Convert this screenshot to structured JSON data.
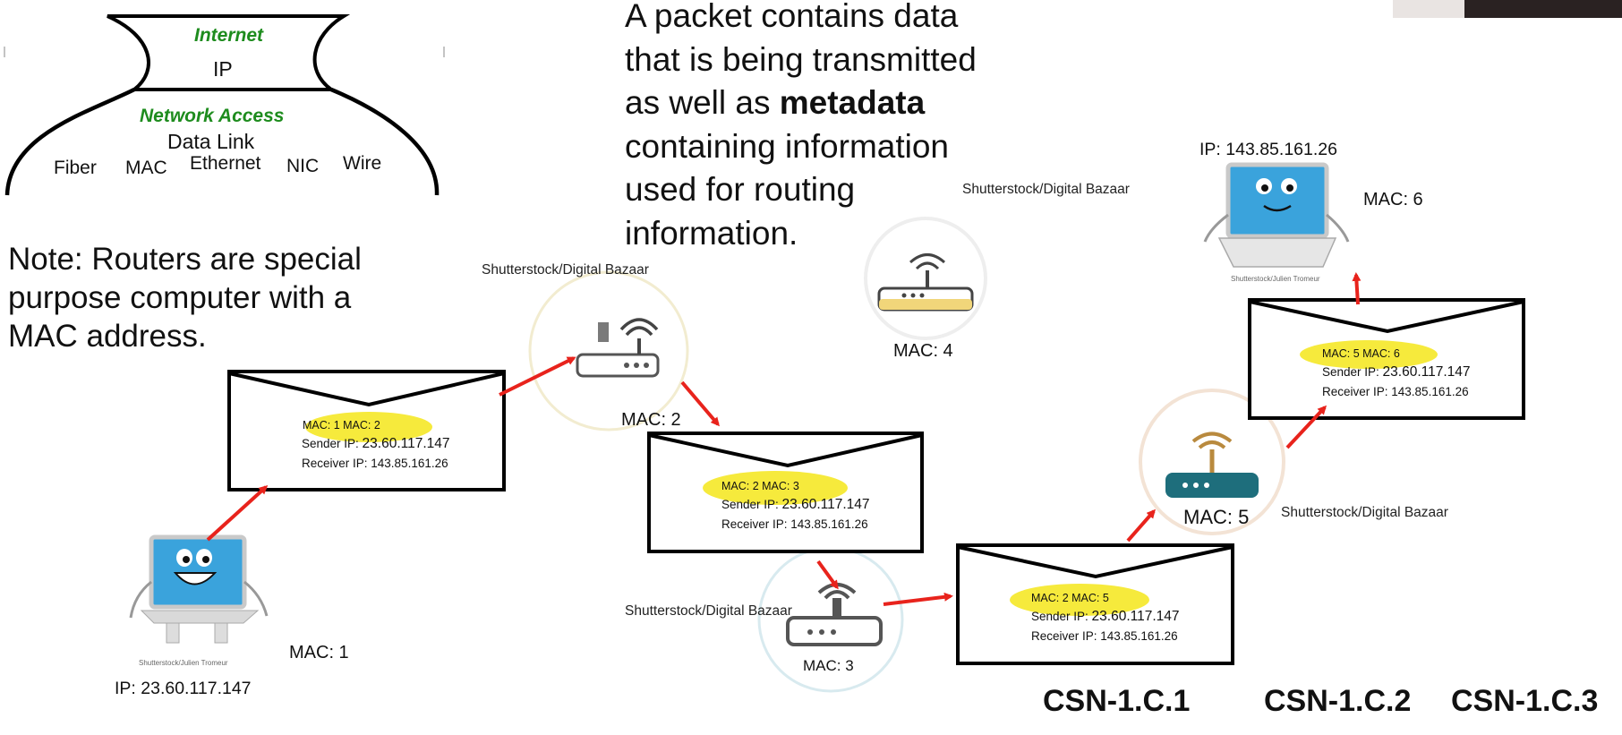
{
  "stack": {
    "internet_title": "Internet",
    "ip_text": "IP",
    "network_access_title": "Network Access",
    "data_link_text": "Data Link",
    "words": [
      "Fiber",
      "MAC",
      "Ethernet",
      "NIC",
      "Wire"
    ]
  },
  "headline": {
    "line1": "A packet contains data",
    "line2": "that is being transmitted",
    "line3_pre": "as well as ",
    "line3_bold": "metadata",
    "line4": "containing information",
    "line5": "used for routing",
    "line6": "information."
  },
  "note": "Note: Routers are special purpose computer with a MAC address.",
  "credits": {
    "router_left": "Shutterstock/Digital Bazaar",
    "router_top": "Shutterstock/Digital Bazaar",
    "router_bottom": "Shutterstock/Digital Bazaar",
    "router_right": "Shutterstock/Digital Bazaar",
    "laptop_left": "Shutterstock/Julien Tromeur",
    "laptop_right": "Shutterstock/Julien Tromeur"
  },
  "nodes": {
    "laptop_left_mac": "MAC: 1",
    "laptop_left_ip": "IP: 23.60.117.147",
    "router_left_mac": "MAC: 2",
    "router_top_mac": "MAC: 4",
    "router_bottom_mac": "MAC: 3",
    "router_right_mac": "MAC: 5",
    "laptop_right_mac": "MAC: 6",
    "laptop_right_ip": "IP: 143.85.161.26"
  },
  "envelopes": [
    {
      "mac": "MAC: 1   MAC: 2",
      "sender_label": "Sender IP: ",
      "sender_ip": "23.60.117.147",
      "receiver": "Receiver IP: 143.85.161.26"
    },
    {
      "mac": "MAC: 2   MAC: 3",
      "sender_label": "Sender IP: ",
      "sender_ip": "23.60.117.147",
      "receiver": "Receiver IP: 143.85.161.26"
    },
    {
      "mac": "MAC: 2   MAC: 5",
      "sender_label": "Sender IP: ",
      "sender_ip": "23.60.117.147",
      "receiver": "Receiver IP: 143.85.161.26"
    },
    {
      "mac": "MAC: 5  MAC: 6",
      "sender_label": "Sender IP: ",
      "sender_ip": "23.60.117.147",
      "receiver": "Receiver IP: 143.85.161.26"
    }
  ],
  "codes": [
    "CSN-1.C.1",
    "CSN-1.C.2",
    "CSN-1.C.3"
  ],
  "colors": {
    "arrow": "#e8231c",
    "highlight": "#f6ea3c",
    "stack_green": "#1e8c1e",
    "laptop_blue": "#3aa3dc"
  }
}
